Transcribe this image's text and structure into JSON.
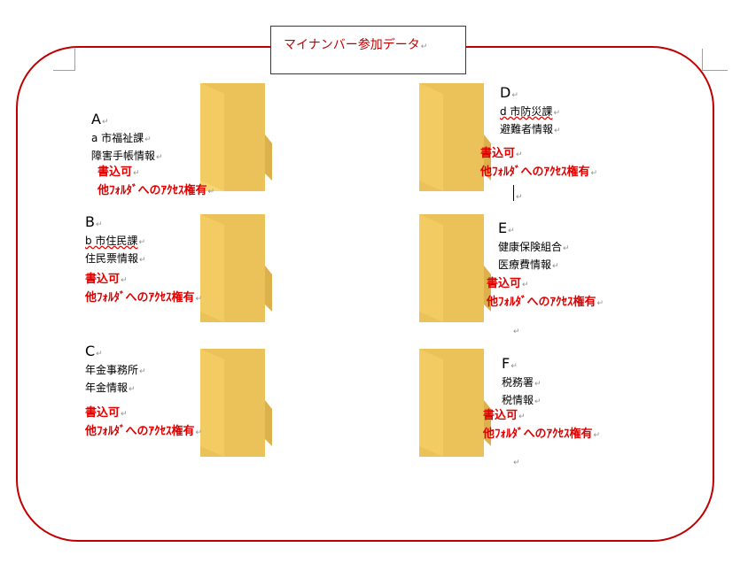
{
  "title": "マイナンバー参加データ",
  "para_mark": "↵",
  "folders": [
    {
      "letter": "A",
      "line1": "a 市福祉課",
      "line2": "障害手帳情報",
      "red1": "書込可",
      "red2": "他ﾌｫﾙﾀﾞへのｱｸｾｽ権有"
    },
    {
      "letter": "B",
      "line1": "b 市住民課",
      "line2": "住民票情報",
      "red1": "書込可",
      "red2": "他ﾌｫﾙﾀﾞへのｱｸｾｽ権有"
    },
    {
      "letter": "C",
      "line1": "年金事務所",
      "line2": "年金情報",
      "red1": "書込可",
      "red2": "他ﾌｫﾙﾀﾞへのｱｸｾｽ権有"
    },
    {
      "letter": "D",
      "line1": "d 市防災課",
      "line2": "避難者情報",
      "red1": "書込可",
      "red2": "他ﾌｫﾙﾀﾞへのｱｸｾｽ権有"
    },
    {
      "letter": "E",
      "line1": "健康保険組合",
      "line2": "医療費情報",
      "red1": "書込可",
      "red2": "他ﾌｫﾙﾀﾞへのｱｸｾｽ権有"
    },
    {
      "letter": "F",
      "line1": "税務署",
      "line2": "税情報",
      "red1": "書込可",
      "red2": "他ﾌｫﾙﾀﾞへのｱｸｾｽ権有"
    }
  ],
  "colors": {
    "frame": "#c00000",
    "red_text": "#e00000",
    "folder_front": "#f7d774",
    "folder_back": "#ebc25a"
  }
}
